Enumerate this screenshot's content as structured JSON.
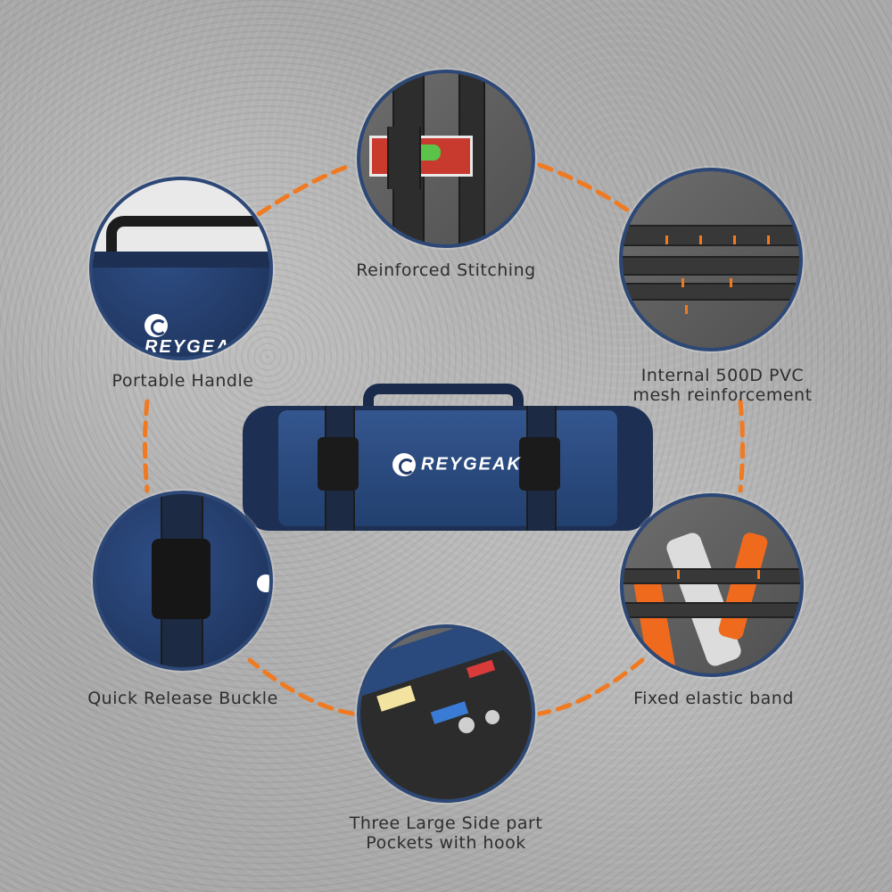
{
  "brand": "REYGEAK",
  "features": {
    "reinforced_stitching": "Reinforced Stitching",
    "portable_handle": "Portable Handle",
    "internal_pvc_line1": "Internal 500D PVC",
    "internal_pvc_line2": "mesh reinforcement",
    "quick_release_buckle": "Quick Release Buckle",
    "fixed_elastic_band": "Fixed elastic band",
    "side_pockets_line1": "Three Large Side part",
    "side_pockets_line2": "Pockets with hook"
  },
  "colors": {
    "circle_border": "#2d4876",
    "dash_line": "#f07a22",
    "bag_navy": "#2b4a7e"
  }
}
